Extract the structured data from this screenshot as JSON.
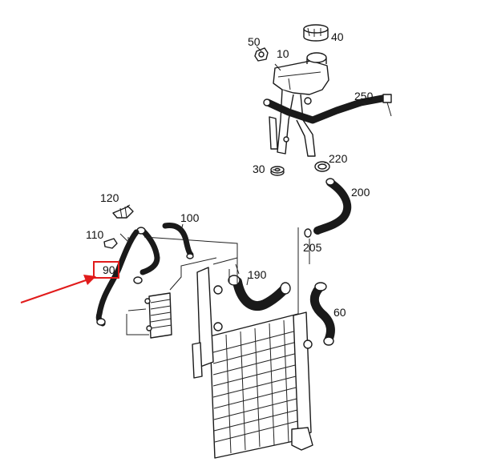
{
  "diagram": {
    "labels": [
      "50",
      "40",
      "10",
      "250",
      "220",
      "30",
      "200",
      "120",
      "100",
      "110",
      "205",
      "90",
      "190",
      "60"
    ],
    "highlighted_label": "90",
    "colors": {
      "line": "#1a1a1a",
      "highlight": "#e11b1b",
      "background": "#ffffff"
    }
  }
}
